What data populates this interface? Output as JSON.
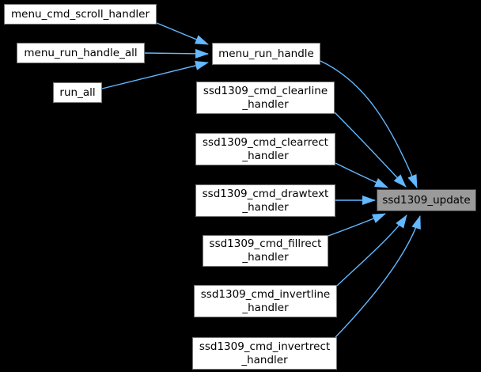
{
  "diagram": {
    "type": "call-graph",
    "colors": {
      "background": "#000000",
      "edge": "#63b8ff",
      "node_fill": "#ffffff",
      "node_border": "#757575",
      "focal_fill": "#9a9a9a",
      "focal_border": "#3c3c3c",
      "text": "#000000"
    },
    "nodes": [
      {
        "id": "menu_cmd_scroll_handler",
        "lines": [
          "menu_cmd_scroll_handler"
        ]
      },
      {
        "id": "menu_run_handle_all",
        "lines": [
          "menu_run_handle_all"
        ]
      },
      {
        "id": "run_all",
        "lines": [
          "run_all"
        ]
      },
      {
        "id": "menu_run_handle",
        "lines": [
          "menu_run_handle"
        ]
      },
      {
        "id": "ssd1309_cmd_clearline_handler",
        "lines": [
          "ssd1309_cmd_clearline",
          "_handler"
        ]
      },
      {
        "id": "ssd1309_cmd_clearrect_handler",
        "lines": [
          "ssd1309_cmd_clearrect",
          "_handler"
        ]
      },
      {
        "id": "ssd1309_cmd_drawtext_handler",
        "lines": [
          "ssd1309_cmd_drawtext",
          "_handler"
        ]
      },
      {
        "id": "ssd1309_cmd_fillrect_handler",
        "lines": [
          "ssd1309_cmd_fillrect",
          "_handler"
        ]
      },
      {
        "id": "ssd1309_cmd_invertline_handler",
        "lines": [
          "ssd1309_cmd_invertline",
          "_handler"
        ]
      },
      {
        "id": "ssd1309_cmd_invertrect_handler",
        "lines": [
          "ssd1309_cmd_invertrect",
          "_handler"
        ]
      },
      {
        "id": "ssd1309_update",
        "lines": [
          "ssd1309_update"
        ],
        "focal": true
      }
    ],
    "edges": [
      {
        "from": "menu_cmd_scroll_handler",
        "to": "menu_run_handle"
      },
      {
        "from": "menu_run_handle_all",
        "to": "menu_run_handle"
      },
      {
        "from": "run_all",
        "to": "menu_run_handle"
      },
      {
        "from": "menu_run_handle",
        "to": "ssd1309_update"
      },
      {
        "from": "ssd1309_cmd_clearline_handler",
        "to": "ssd1309_update"
      },
      {
        "from": "ssd1309_cmd_clearrect_handler",
        "to": "ssd1309_update"
      },
      {
        "from": "ssd1309_cmd_drawtext_handler",
        "to": "ssd1309_update"
      },
      {
        "from": "ssd1309_cmd_fillrect_handler",
        "to": "ssd1309_update"
      },
      {
        "from": "ssd1309_cmd_invertline_handler",
        "to": "ssd1309_update"
      },
      {
        "from": "ssd1309_cmd_invertrect_handler",
        "to": "ssd1309_update"
      }
    ]
  }
}
